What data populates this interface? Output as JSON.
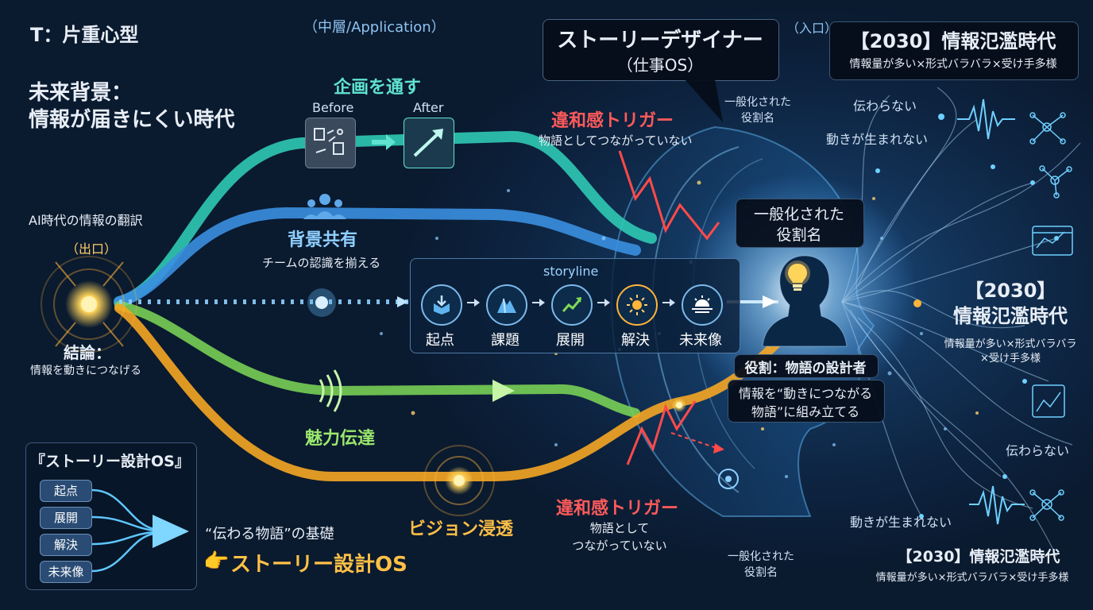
{
  "header": {
    "type_label": "T：片重心型",
    "layer_label": "（中層/Application）",
    "entry_label": "（入口）"
  },
  "future_background": {
    "title": "未来背景：",
    "subtitle": "情報が届きにくい時代"
  },
  "exit_node": {
    "caption": "AI時代の情報の翻訳",
    "tag": "（出口）",
    "conclusion_title": "結論：",
    "conclusion_text": "情報を動きにつなげる"
  },
  "planning": {
    "title": "企画を通す",
    "before": "Before",
    "after": "After"
  },
  "background_share": {
    "title": "背景共有",
    "subtitle": "チームの認識を揃える"
  },
  "storyline": {
    "label": "storyline",
    "steps": [
      "起点",
      "課題",
      "展開",
      "解決",
      "未来像"
    ]
  },
  "charm": {
    "title": "魅力伝達"
  },
  "vision": {
    "title": "ビジョン浸透"
  },
  "story_os_panel": {
    "title": "『ストーリー設計OS』",
    "items": [
      "起点",
      "展開",
      "解決",
      "未来像"
    ]
  },
  "foundation": {
    "caption": "“伝わる物語”の基礎",
    "title": "ストーリー設計OS"
  },
  "designer": {
    "title": "ストーリーデザイナー",
    "subtitle": "（仕事OS）"
  },
  "trigger_top": {
    "title": "違和感トリガー",
    "text": "物語としてつながっていない"
  },
  "trigger_bottom": {
    "title": "違和感トリガー",
    "line1": "物語として",
    "line2": "つながっていない"
  },
  "generalized_top": {
    "line1": "一般化された",
    "line2": "役割名"
  },
  "generalized_box": {
    "line1": "一般化された",
    "line2": "役割名"
  },
  "generalized_bottom": {
    "line1": "一般化された",
    "line2": "役割名"
  },
  "role": {
    "title": "役割：物語の設計者",
    "line1": "情報を“動きにつながる",
    "line2": "物語”に組み立てる"
  },
  "overflow_top": {
    "title": "【2030】情報氾濫時代",
    "text": "情報量が多い×形式バラバラ×受け手多様"
  },
  "overflow_mid": {
    "title1": "【2030】",
    "title2": "情報氾濫時代",
    "line1": "情報量が多い×形式バラバラ",
    "line2": "×受け手多様"
  },
  "overflow_bottom": {
    "title": "【2030】情報氾濫時代",
    "text": "情報量が多い×形式バラバラ×受け手多様"
  },
  "noise_labels": {
    "not_conveyed_1": "伝わらない",
    "no_action_1": "動きが生まれない",
    "not_conveyed_2": "伝わらない",
    "no_action_2": "動きが生まれない"
  },
  "colors": {
    "teal": "#2fc9b4",
    "blue": "#3a8fe0",
    "green": "#7ed957",
    "orange": "#f5a623",
    "red": "#ff4a4a",
    "glow": "#ffd45a"
  }
}
